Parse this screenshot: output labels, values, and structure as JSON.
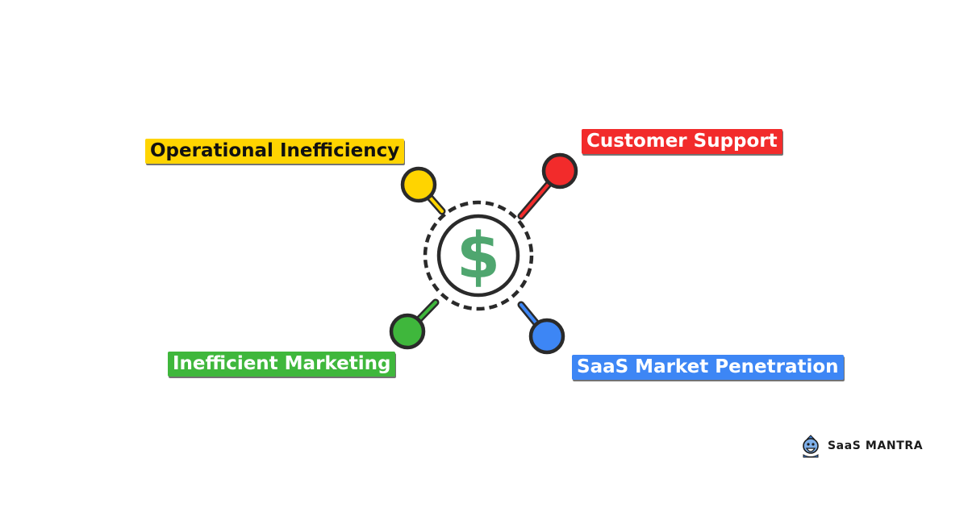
{
  "colors": {
    "yellow": "#ffd400",
    "red": "#f22b2b",
    "green": "#3fb73c",
    "blue": "#3d86f5",
    "outline": "#2a2a2a",
    "dollar": "#4fa66f"
  },
  "center": {
    "icon": "dollar-icon",
    "symbol": "$"
  },
  "branches": [
    {
      "id": "operational-inefficiency",
      "label": "Operational Inefficiency",
      "color": "#ffd400",
      "text_color": "#111111"
    },
    {
      "id": "customer-support",
      "label": "Customer Support",
      "color": "#f22b2b",
      "text_color": "#ffffff"
    },
    {
      "id": "inefficient-marketing",
      "label": "Inefficient Marketing",
      "color": "#3fb73c",
      "text_color": "#ffffff"
    },
    {
      "id": "saas-market-penetration",
      "label": "SaaS Market Penetration",
      "color": "#3d86f5",
      "text_color": "#ffffff"
    }
  ],
  "logo": {
    "text": "SaaS MANTRA",
    "icon": "mascot-icon"
  }
}
